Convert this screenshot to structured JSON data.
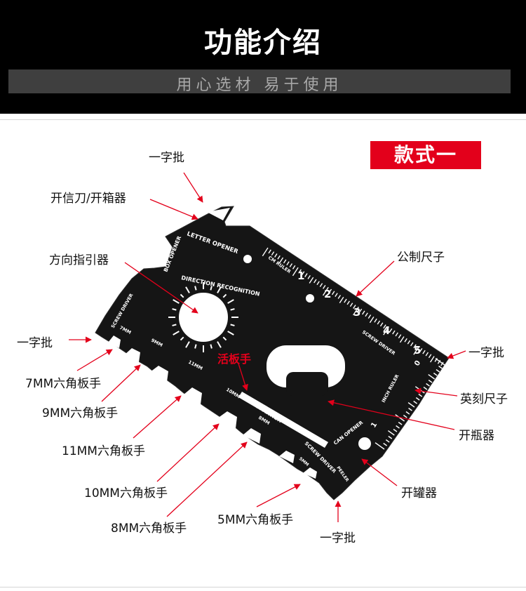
{
  "header": {
    "title": "功能介绍",
    "subtitle": "用心选材 易于使用"
  },
  "badge": "款式一",
  "callouts": {
    "screwdriver_top": "一字批",
    "letter_box_opener": "开信刀/开箱器",
    "direction_finder": "方向指引器",
    "screwdriver_left": "一字批",
    "hex_7mm": "7MM六角板手",
    "hex_9mm": "9MM六角板手",
    "hex_11mm": "11MM六角板手",
    "hex_10mm": "10MM六角板手",
    "hex_8mm": "8MM六角板手",
    "hex_5mm": "5MM六角板手",
    "screwdriver_bottom": "一字批",
    "cm_ruler": "公制尺子",
    "screwdriver_right": "一字批",
    "inch_ruler": "英刻尺子",
    "bottle_opener": "开瓶器",
    "can_opener": "开罐器",
    "adjustable_wrench": "活板手"
  },
  "card_engravings": {
    "letter_opener": "LETTER OPENER",
    "box_opener": "BOX OPENER",
    "direction_recognition": "DIRECTION RECOGNITION",
    "screw_driver_left": "SCREW DRIVER",
    "mm7": "7MM",
    "mm9": "9MM",
    "mm11": "11MM",
    "mm10": "10MM",
    "spanner": "SPANNER",
    "mm8": "8MM",
    "screw_driver_bottom": "SCREW DRIVER",
    "mm5": "5MM",
    "peeler": "PEELER",
    "can_opener": "CAN OPENER",
    "cm_ruler": "CM RULER",
    "screw_driver_right": "SCREW DRIVER",
    "inch_ruler": "INCH RULER",
    "cm_numbers": [
      "1",
      "2",
      "3",
      "4",
      "5"
    ],
    "inch_numbers": [
      "0",
      "1"
    ]
  },
  "colors": {
    "header_bg": "#000000",
    "badge_red": "#e3001b",
    "leader_red": "#e3001b",
    "card": "#151515"
  }
}
